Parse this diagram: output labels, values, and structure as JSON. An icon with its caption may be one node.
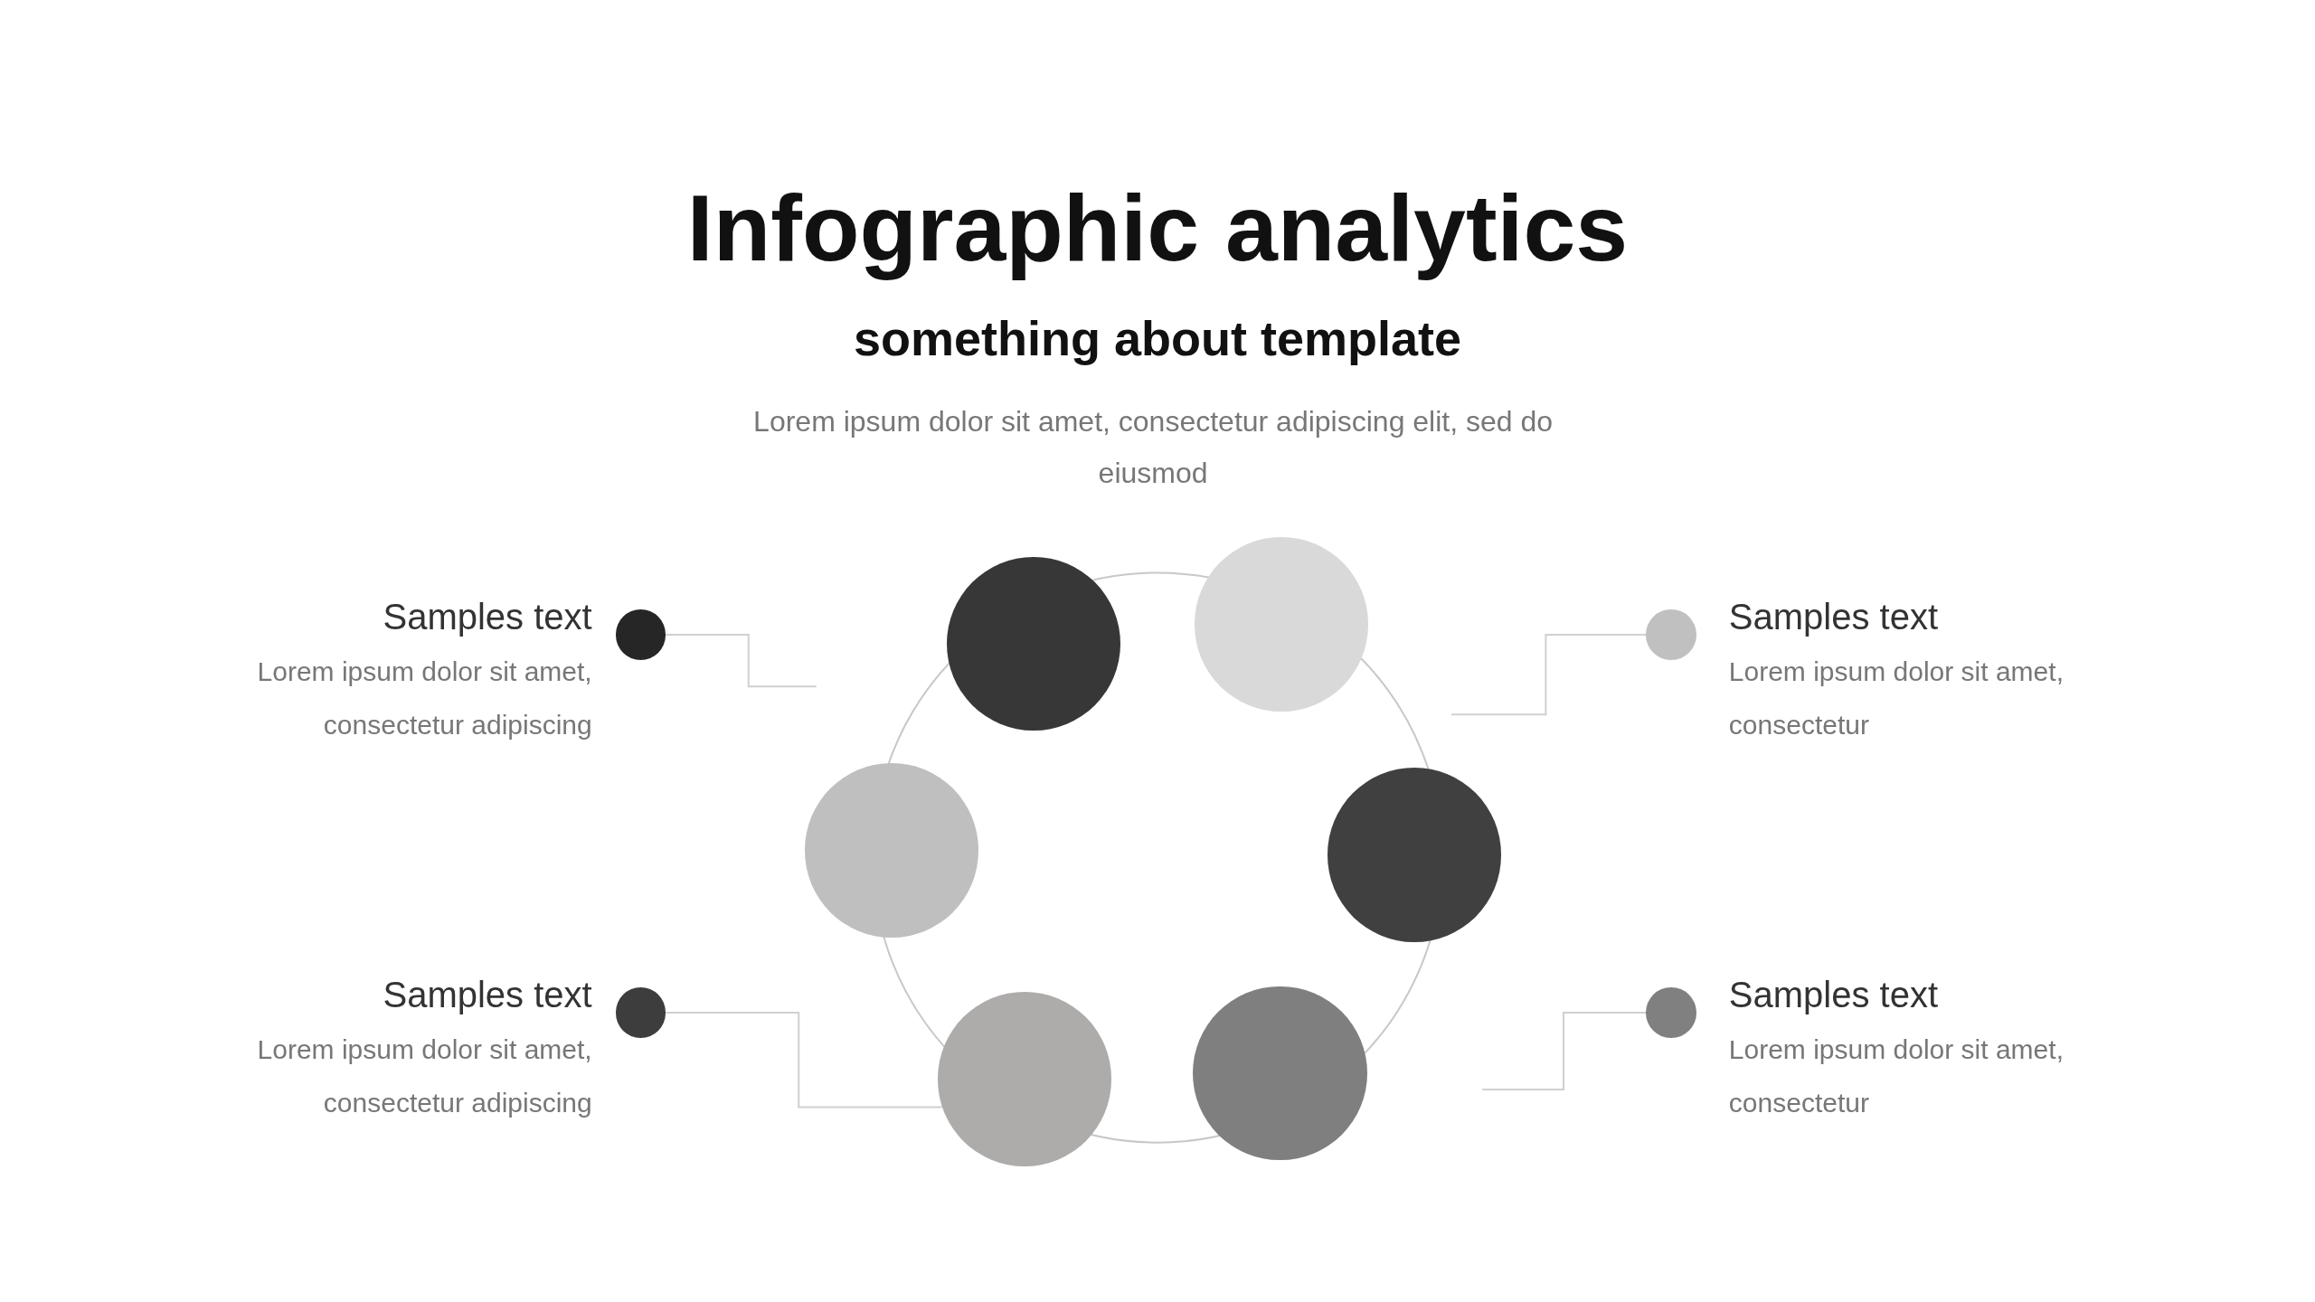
{
  "diagram": {
    "title": "Infographic analytics",
    "nodes": [
      {
        "text": [],
        "shape": "circle",
        "beside": [
          "Samples text",
          "Lorem ipsum dolor sit amet, consectetur adipiscing"
        ]
      },
      {
        "text": [],
        "shape": "circle"
      },
      {
        "text": [],
        "shape": "circle"
      },
      {
        "text": [],
        "shape": "circle",
        "beside": [
          "Samples text",
          "Lorem ipsum dolor sit amet, consectetur"
        ]
      },
      {
        "text": [],
        "shape": "circle"
      },
      {
        "text": [],
        "shape": "circle"
      },
      {
        "text": [],
        "shape": "circle",
        "beside": [
          "Samples text",
          "Lorem ipsum dolor sit amet, consectetur adipiscing"
        ]
      },
      {
        "text": [],
        "shape": "circle"
      },
      {
        "text": [],
        "shape": "circle"
      },
      {
        "text": [],
        "shape": "circle",
        "beside": [
          "Samples text",
          "Lorem ipsum dolor sit amet, consectetur"
        ]
      }
    ],
    "edges": [
      {
        "from": 0,
        "to": null,
        "arrow": "none"
      },
      {
        "from": 3,
        "to": null,
        "arrow": "none"
      },
      {
        "from": 6,
        "to": 7,
        "arrow": "none"
      },
      {
        "from": 9,
        "to": null,
        "arrow": "none"
      }
    ],
    "labels": [
      "something about template",
      "Lorem ipsum dolor sit amet, consectetur adipiscing elit, sed do eiusmod"
    ]
  }
}
